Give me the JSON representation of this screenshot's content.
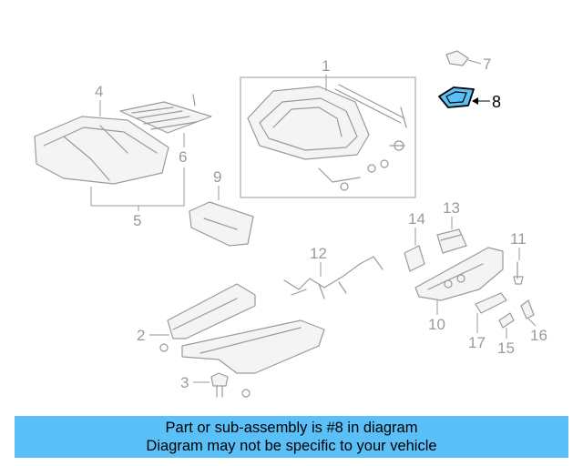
{
  "diagram": {
    "callouts": [
      "1",
      "2",
      "3",
      "4",
      "5",
      "6",
      "7",
      "8",
      "9",
      "10",
      "11",
      "12",
      "13",
      "14",
      "15",
      "16",
      "17"
    ],
    "highlighted_part": "8",
    "highlight_color": "#5bc0f8"
  },
  "banner": {
    "line1": "Part or sub-assembly is #8 in diagram",
    "line2": "Diagram may not be specific to your vehicle",
    "background": "#5bc0f8"
  }
}
